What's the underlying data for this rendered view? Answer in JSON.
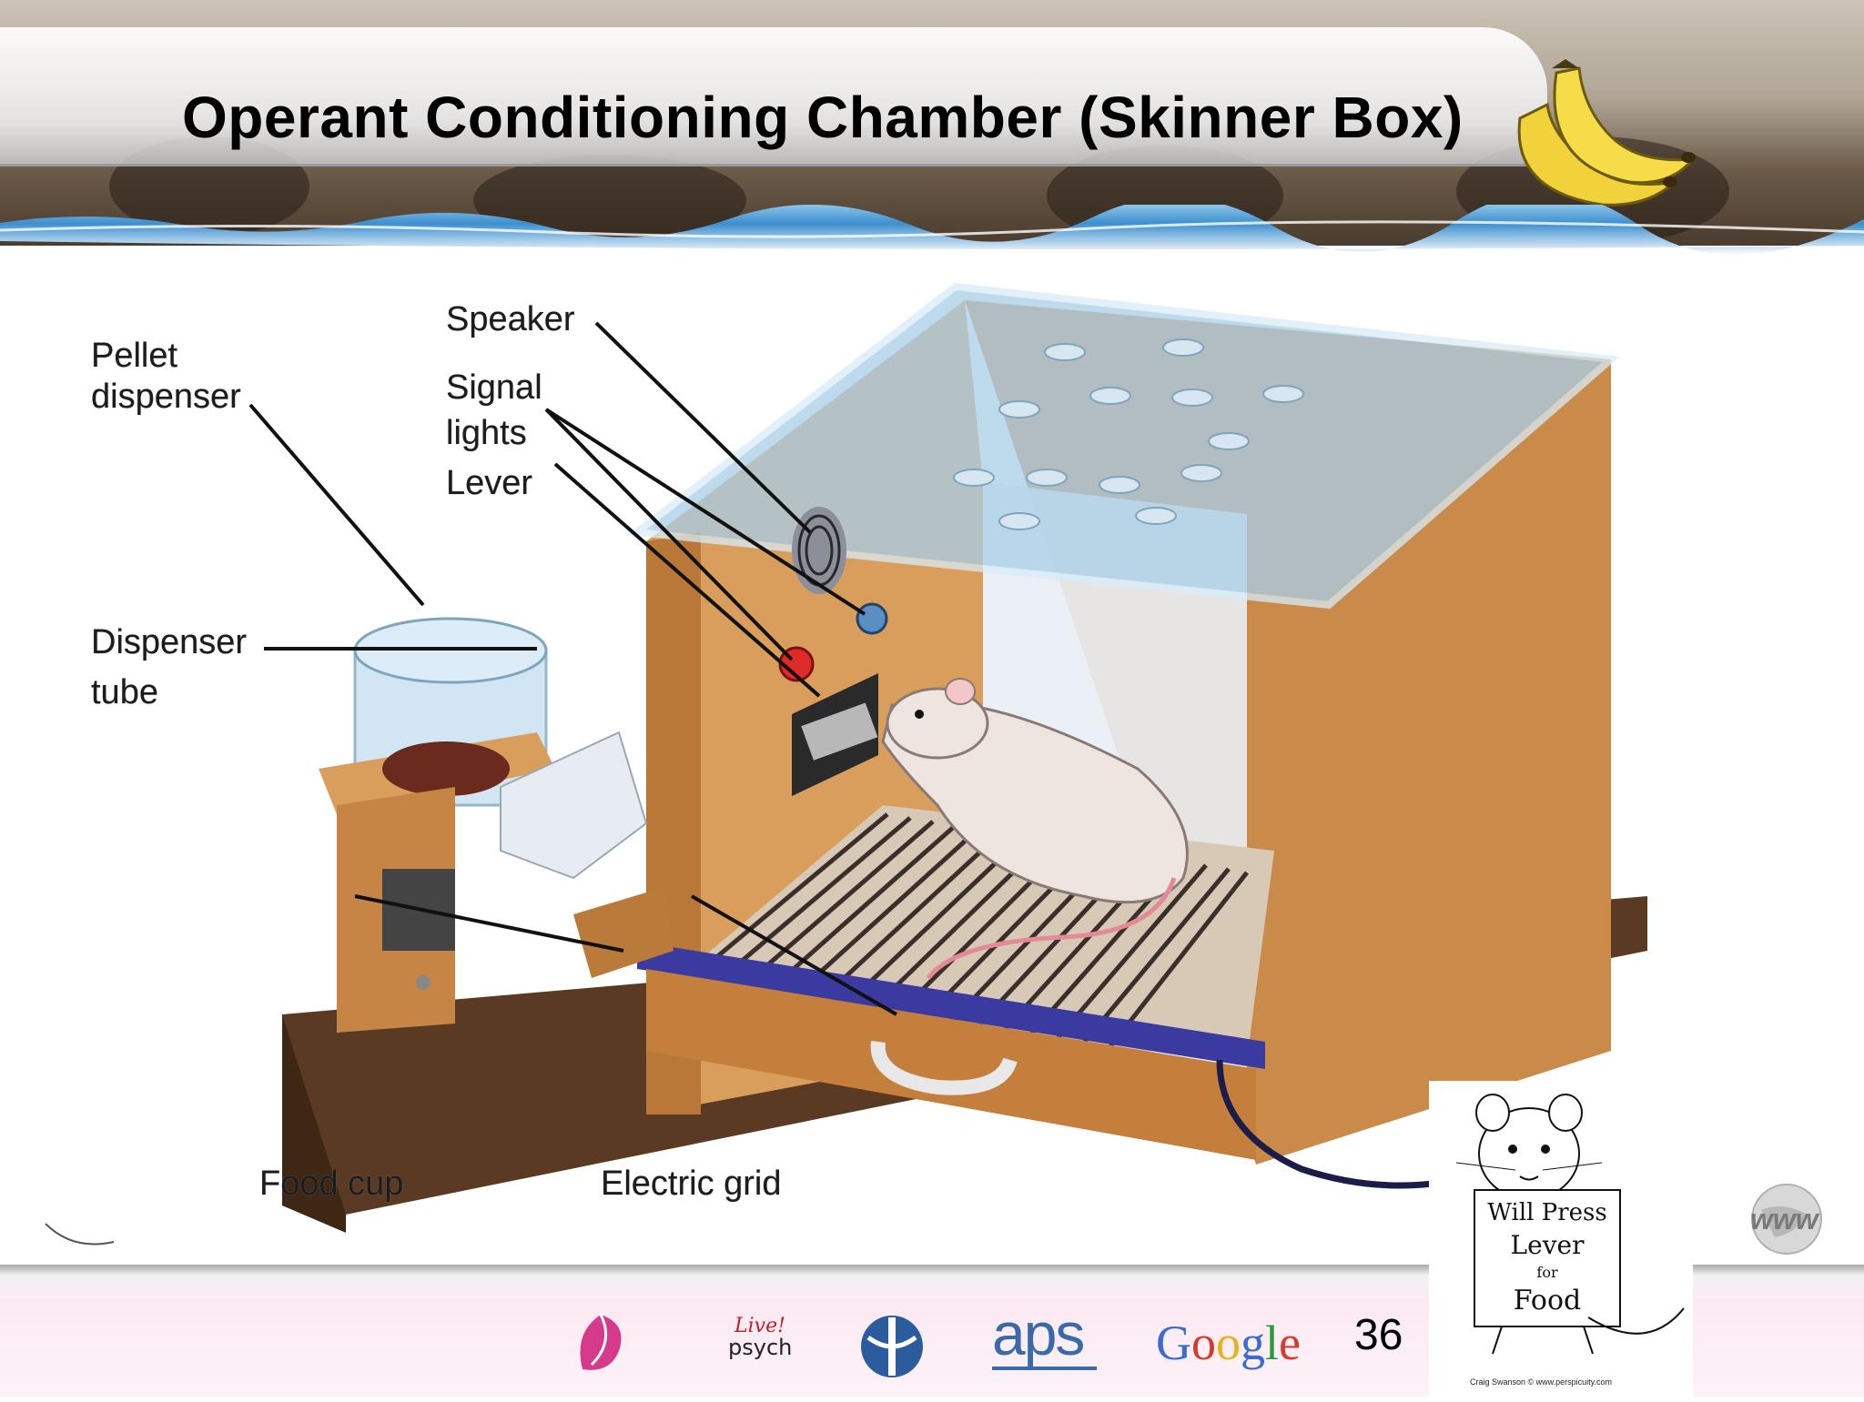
{
  "slide": {
    "title": "Operant Conditioning Chamber (Skinner Box)",
    "number": "36"
  },
  "diagram": {
    "labels": {
      "pellet_dispenser_1": "Pellet",
      "pellet_dispenser_2": "dispenser",
      "speaker": "Speaker",
      "signal_lights_1": "Signal",
      "signal_lights_2": "lights",
      "lever": "Lever",
      "dispenser_tube_1": "Dispenser",
      "dispenser_tube_2": "tube",
      "food_cup": "Food cup",
      "electric_grid": "Electric grid"
    }
  },
  "cartoon": {
    "sign_line1": "Will Press",
    "sign_line2": "Lever",
    "sign_line3": "for",
    "sign_line4": "Food",
    "credit": "Craig Swanson © www.perspicuity.com"
  },
  "footer": {
    "logos": [
      "pink-logo",
      "live-psych",
      "apa-logo",
      "aps",
      "Google"
    ],
    "live_psych_text_1": "Live!",
    "live_psych_text_2": "psych",
    "aps_text": "aps",
    "google_text": "Google",
    "www_text": "www"
  },
  "colors": {
    "title": "#000000",
    "wood": "#c98a4a",
    "water": "#4a9fd4",
    "footer_pink": "#fbe9f2"
  }
}
